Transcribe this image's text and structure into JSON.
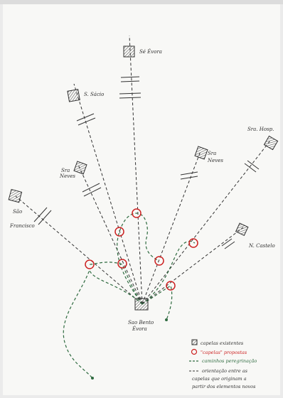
{
  "labels": {
    "sao_bento": [
      "Sao Bento",
      "Évora"
    ],
    "se": "Sé Évora",
    "sao_sacio": "S. Sácio",
    "sao_nicolau": [
      "Sra",
      "Neves"
    ],
    "sao_francisco": [
      "São",
      "Francisco"
    ],
    "sao_neves": [
      "Sra",
      "Neves"
    ],
    "sra_hosp": "Sra. Hosp.",
    "castelo": "N. Castelo"
  },
  "legend": {
    "line1": "capelas existentes",
    "line2": "\"capelas\" propostas",
    "line3": "caminhos peregrinação",
    "line4": "orientação entre as",
    "line5": "capelas que originam a",
    "line6": "partir dos elementos novos"
  },
  "colors": {
    "paper": "#f8f8f6",
    "ink": "#333333",
    "red": "#cc2222",
    "green": "#2f6b40"
  }
}
